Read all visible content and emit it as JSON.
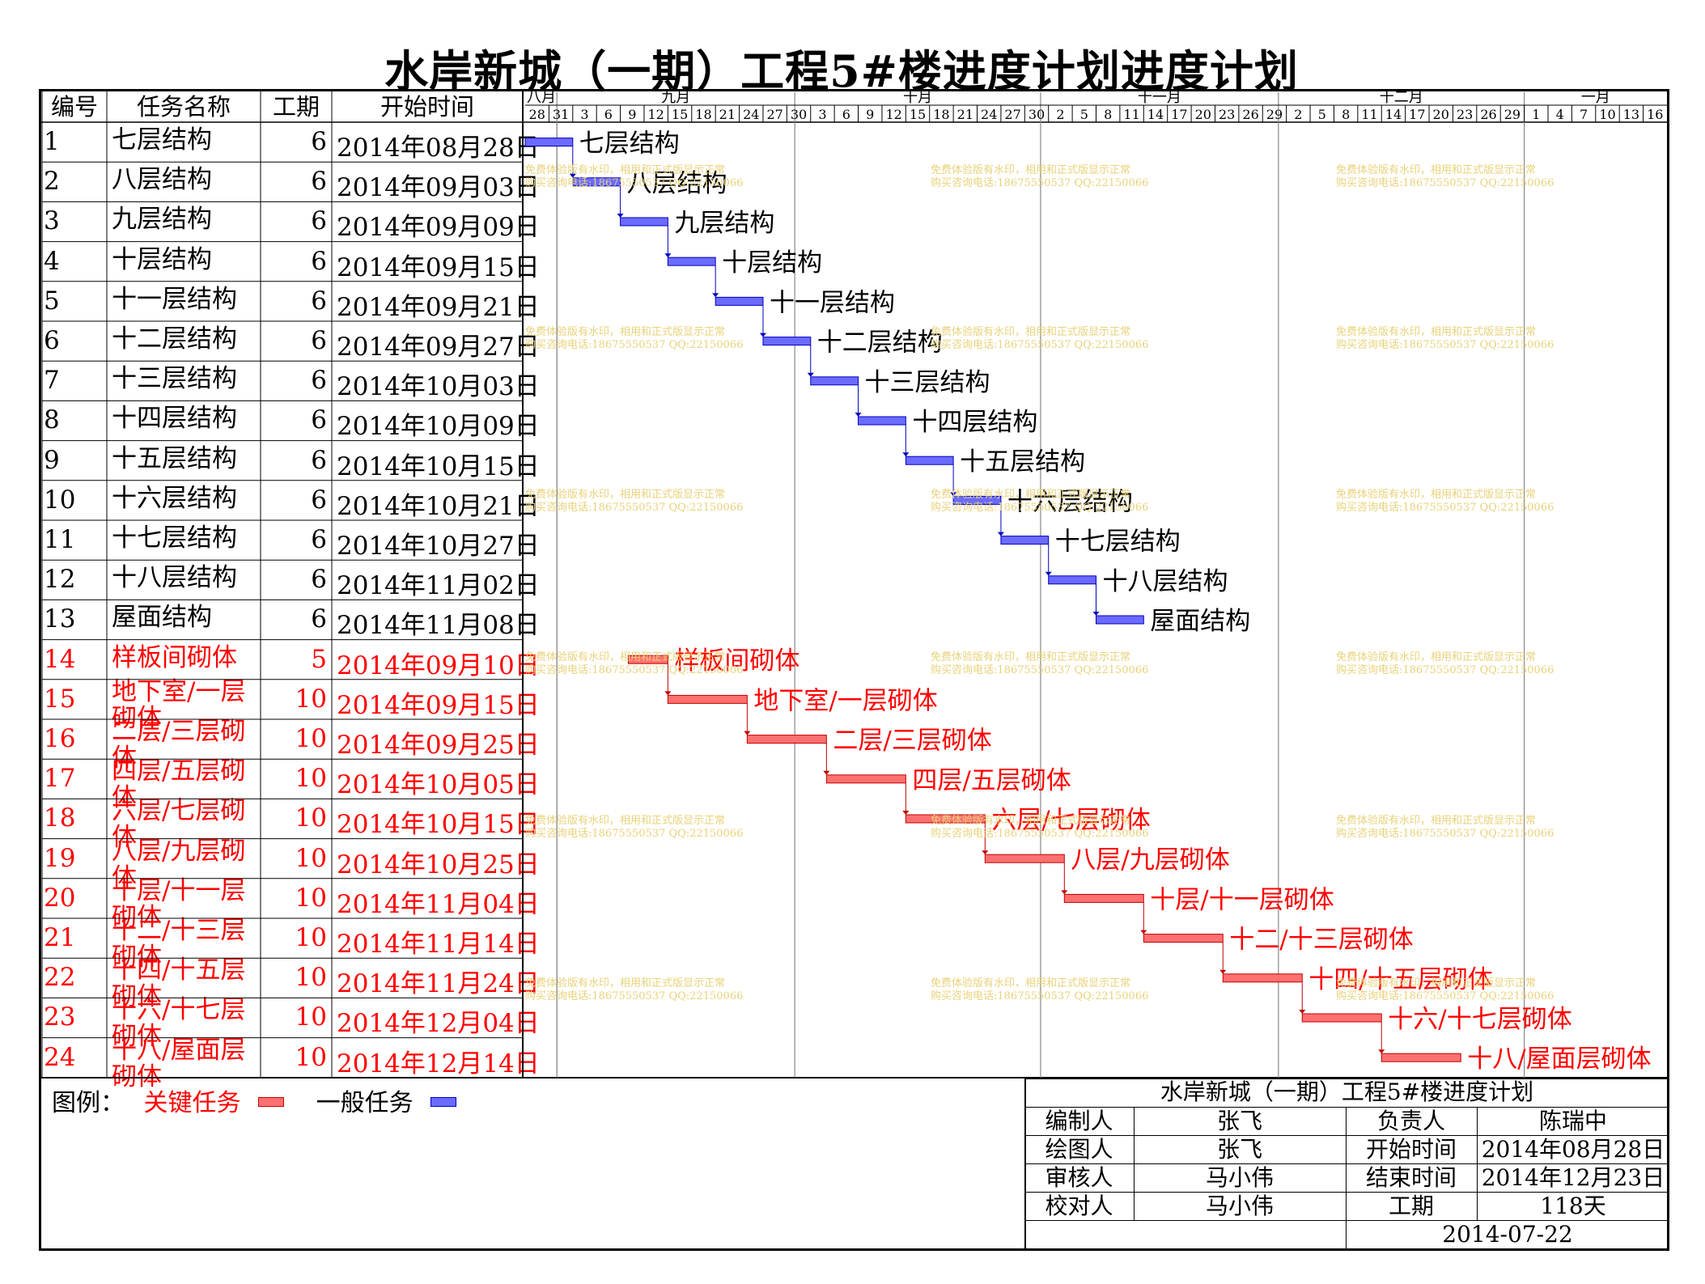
{
  "title": "水岸新城（一期）工程5#楼进度计划进度计划",
  "headers": {
    "id": "编号",
    "name": "任务名称",
    "dur": "工期",
    "start": "开始时间"
  },
  "months": [
    "八月",
    "九月",
    "十月",
    "十一月",
    "十二月",
    "一月"
  ],
  "day_ticks": [
    "28",
    "31",
    "3",
    "6",
    "9",
    "12",
    "15",
    "18",
    "21",
    "24",
    "27",
    "30",
    "3",
    "6",
    "9",
    "12",
    "15",
    "18",
    "21",
    "24",
    "27",
    "30",
    "2",
    "5",
    "8",
    "11",
    "14",
    "17",
    "20",
    "23",
    "26",
    "29",
    "2",
    "5",
    "8",
    "11",
    "14",
    "17",
    "20",
    "23",
    "26",
    "29",
    "1",
    "4",
    "7",
    "10",
    "13",
    "16"
  ],
  "watermark": {
    "line1": "免费体验版有水印，相用和正式版显示正常",
    "line2": "购买咨询电话:18675550537 QQ:22150066"
  },
  "legend": {
    "label": "图例：",
    "critical": "关键任务",
    "normal": "一般任务"
  },
  "colors": {
    "normal": "#6b6bff",
    "critical": "#ff7070",
    "critical_text": "#ff0000"
  },
  "info": {
    "title": "水岸新城（一期）工程5#楼进度计划",
    "rows": [
      [
        "编制人",
        "张飞",
        "负责人",
        "陈瑞中"
      ],
      [
        "绘图人",
        "张飞",
        "开始时间",
        "2014年08月28日"
      ],
      [
        "审核人",
        "马小伟",
        "结束时间",
        "2014年12月23日"
      ],
      [
        "校对人",
        "马小伟",
        "工期",
        "118天"
      ]
    ],
    "date": "2014-07-22"
  },
  "chart_data": {
    "type": "gantt",
    "x_range": [
      "2014-08-28",
      "2015-01-18"
    ],
    "tasks": [
      {
        "id": "1",
        "name": "七层结构",
        "duration": "6",
        "start": "2014年08月28日",
        "start_date": "2014-08-28",
        "critical": false
      },
      {
        "id": "2",
        "name": "八层结构",
        "duration": "6",
        "start": "2014年09月03日",
        "start_date": "2014-09-03",
        "critical": false
      },
      {
        "id": "3",
        "name": "九层结构",
        "duration": "6",
        "start": "2014年09月09日",
        "start_date": "2014-09-09",
        "critical": false
      },
      {
        "id": "4",
        "name": "十层结构",
        "duration": "6",
        "start": "2014年09月15日",
        "start_date": "2014-09-15",
        "critical": false
      },
      {
        "id": "5",
        "name": "十一层结构",
        "duration": "6",
        "start": "2014年09月21日",
        "start_date": "2014-09-21",
        "critical": false
      },
      {
        "id": "6",
        "name": "十二层结构",
        "duration": "6",
        "start": "2014年09月27日",
        "start_date": "2014-09-27",
        "critical": false
      },
      {
        "id": "7",
        "name": "十三层结构",
        "duration": "6",
        "start": "2014年10月03日",
        "start_date": "2014-10-03",
        "critical": false
      },
      {
        "id": "8",
        "name": "十四层结构",
        "duration": "6",
        "start": "2014年10月09日",
        "start_date": "2014-10-09",
        "critical": false
      },
      {
        "id": "9",
        "name": "十五层结构",
        "duration": "6",
        "start": "2014年10月15日",
        "start_date": "2014-10-15",
        "critical": false
      },
      {
        "id": "10",
        "name": "十六层结构",
        "duration": "6",
        "start": "2014年10月21日",
        "start_date": "2014-10-21",
        "critical": false
      },
      {
        "id": "11",
        "name": "十七层结构",
        "duration": "6",
        "start": "2014年10月27日",
        "start_date": "2014-10-27",
        "critical": false
      },
      {
        "id": "12",
        "name": "十八层结构",
        "duration": "6",
        "start": "2014年11月02日",
        "start_date": "2014-11-02",
        "critical": false
      },
      {
        "id": "13",
        "name": "屋面结构",
        "duration": "6",
        "start": "2014年11月08日",
        "start_date": "2014-11-08",
        "critical": false
      },
      {
        "id": "14",
        "name": "样板间砌体",
        "duration": "5",
        "start": "2014年09月10日",
        "start_date": "2014-09-10",
        "critical": true
      },
      {
        "id": "15",
        "name": "地下室/一层砌体",
        "duration": "10",
        "start": "2014年09月15日",
        "start_date": "2014-09-15",
        "critical": true
      },
      {
        "id": "16",
        "name": "二层/三层砌体",
        "duration": "10",
        "start": "2014年09月25日",
        "start_date": "2014-09-25",
        "critical": true
      },
      {
        "id": "17",
        "name": "四层/五层砌体",
        "duration": "10",
        "start": "2014年10月05日",
        "start_date": "2014-10-05",
        "critical": true
      },
      {
        "id": "18",
        "name": "六层/七层砌体",
        "duration": "10",
        "start": "2014年10月15日",
        "start_date": "2014-10-15",
        "critical": true
      },
      {
        "id": "19",
        "name": "八层/九层砌体",
        "duration": "10",
        "start": "2014年10月25日",
        "start_date": "2014-10-25",
        "critical": true
      },
      {
        "id": "20",
        "name": "十层/十一层砌体",
        "duration": "10",
        "start": "2014年11月04日",
        "start_date": "2014-11-04",
        "critical": true
      },
      {
        "id": "21",
        "name": "十二/十三层砌体",
        "duration": "10",
        "start": "2014年11月14日",
        "start_date": "2014-11-14",
        "critical": true
      },
      {
        "id": "22",
        "name": "十四/十五层砌体",
        "duration": "10",
        "start": "2014年11月24日",
        "start_date": "2014-11-24",
        "critical": true
      },
      {
        "id": "23",
        "name": "十六/十七层砌体",
        "duration": "10",
        "start": "2014年12月04日",
        "start_date": "2014-12-04",
        "critical": true
      },
      {
        "id": "24",
        "name": "十八/屋面层砌体",
        "duration": "10",
        "start": "2014年12月14日",
        "start_date": "2014-12-14",
        "critical": true
      }
    ]
  }
}
